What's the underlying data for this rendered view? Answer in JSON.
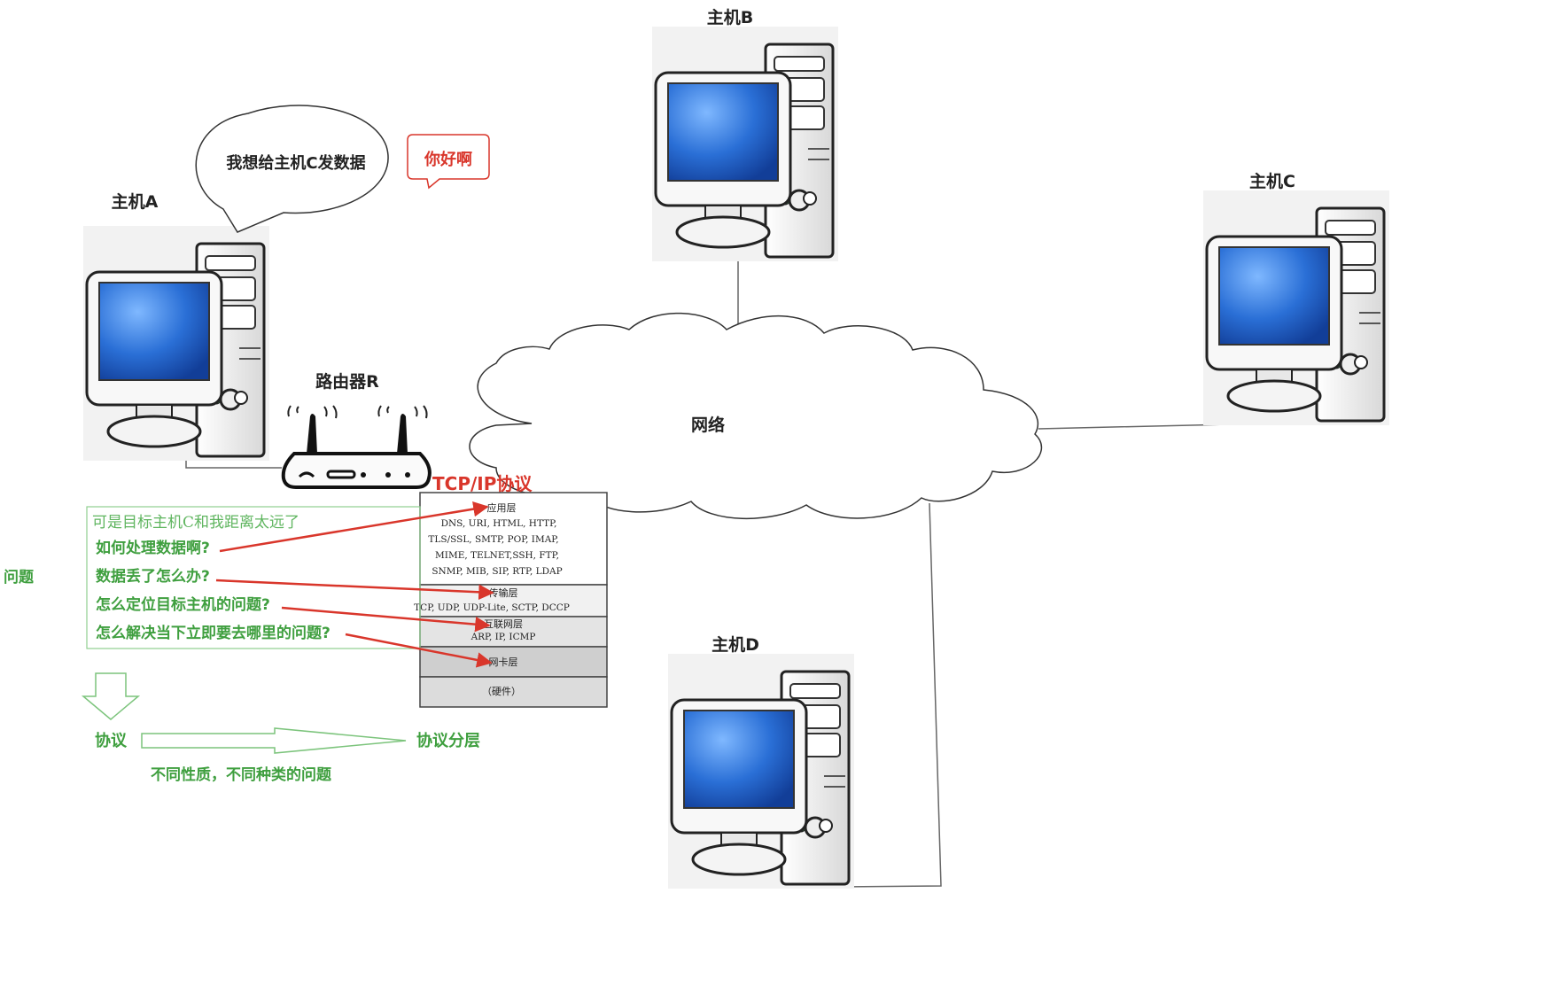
{
  "hosts": {
    "a": "主机A",
    "b": "主机B",
    "c": "主机C",
    "d": "主机D"
  },
  "router": "路由器R",
  "network": "网络",
  "bubbles": {
    "host_a_thought": "我想给主机C发数据",
    "hello": "你好啊"
  },
  "protocol_title": "TCP/IP协议",
  "layers": [
    {
      "name": "应用层",
      "protocols": [
        "DNS, URI, HTML, HTTP,",
        "TLS/SSL, SMTP, POP, IMAP,",
        "MIME, TELNET,SSH, FTP,",
        "SNMP, MIB, SIP, RTP, LDAP"
      ]
    },
    {
      "name": "传输层",
      "protocols": [
        "TCP, UDP, UDP-Lite, SCTP, DCCP"
      ]
    },
    {
      "name": "互联网层",
      "protocols": [
        "ARP, IP, ICMP"
      ]
    },
    {
      "name": "网卡层",
      "protocols": []
    },
    {
      "name": "（硬件）",
      "protocols": []
    }
  ],
  "notes": {
    "problem_label": "问题",
    "intro": "可是目标主机C和我距离太远了",
    "questions": [
      "如何处理数据啊?",
      "数据丢了怎么办?",
      "怎么定位目标主机的问题?",
      "怎么解决当下立即要去哪里的问题?"
    ],
    "protocol": "协议",
    "layering": "协议分层",
    "different": "不同性质，不同种类的问题"
  },
  "colors": {
    "green": "#4caf50",
    "red": "#d9362b",
    "screen_blue": "#1f5fc8",
    "line": "#666666"
  }
}
